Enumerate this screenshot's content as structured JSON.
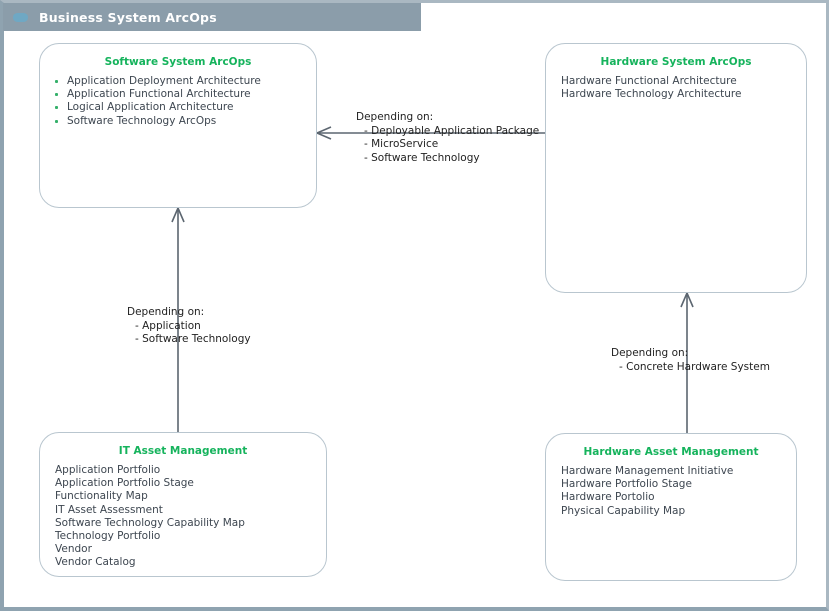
{
  "window": {
    "title": "Business System ArcOps",
    "icon": "tab-icon"
  },
  "colors": {
    "title_bar": "#8b9daa",
    "node_title": "#15b35c",
    "node_border": "#b9c6cf",
    "node_text": "#3d4650",
    "bullet": "#35b06a",
    "edge": "#5c6670",
    "frame": "#8fa3b0"
  },
  "nodes": [
    {
      "id": "software-system-arcops",
      "title": "Software System ArcOps",
      "bulleted": true,
      "items": [
        "Application Deployment Architecture",
        "Application Functional Architecture",
        "Logical Application Architecture",
        "Software Technology ArcOps"
      ]
    },
    {
      "id": "hardware-system-arcops",
      "title": "Hardware System ArcOps",
      "bulleted": false,
      "items": [
        "Hardware Functional Architecture",
        "Hardware Technology Architecture"
      ]
    },
    {
      "id": "it-asset-management",
      "title": "IT Asset Management",
      "bulleted": false,
      "items": [
        "Application Portfolio",
        "Application Portfolio Stage",
        "Functionality Map",
        "IT Asset Assessment",
        "Software Technology Capability Map",
        "Technology Portfolio",
        "Vendor",
        "Vendor Catalog"
      ]
    },
    {
      "id": "hardware-asset-management",
      "title": "Hardware Asset Management",
      "bulleted": false,
      "items": [
        "Hardware Management Initiative",
        "Hardware Portfolio Stage",
        "Hardware Portolio",
        "Physical Capability Map"
      ]
    }
  ],
  "edges": [
    {
      "id": "hardware-to-software",
      "heading": "Depending on:",
      "items": [
        "- Deployable Application Package",
        "- MicroService",
        "- Software Technology"
      ]
    },
    {
      "id": "itasset-to-software",
      "heading": "Depending on:",
      "items": [
        "- Application",
        "- Software Technology"
      ]
    },
    {
      "id": "hwasset-to-hardware",
      "heading": "Depending on:",
      "items": [
        "- Concrete Hardware System"
      ]
    }
  ]
}
